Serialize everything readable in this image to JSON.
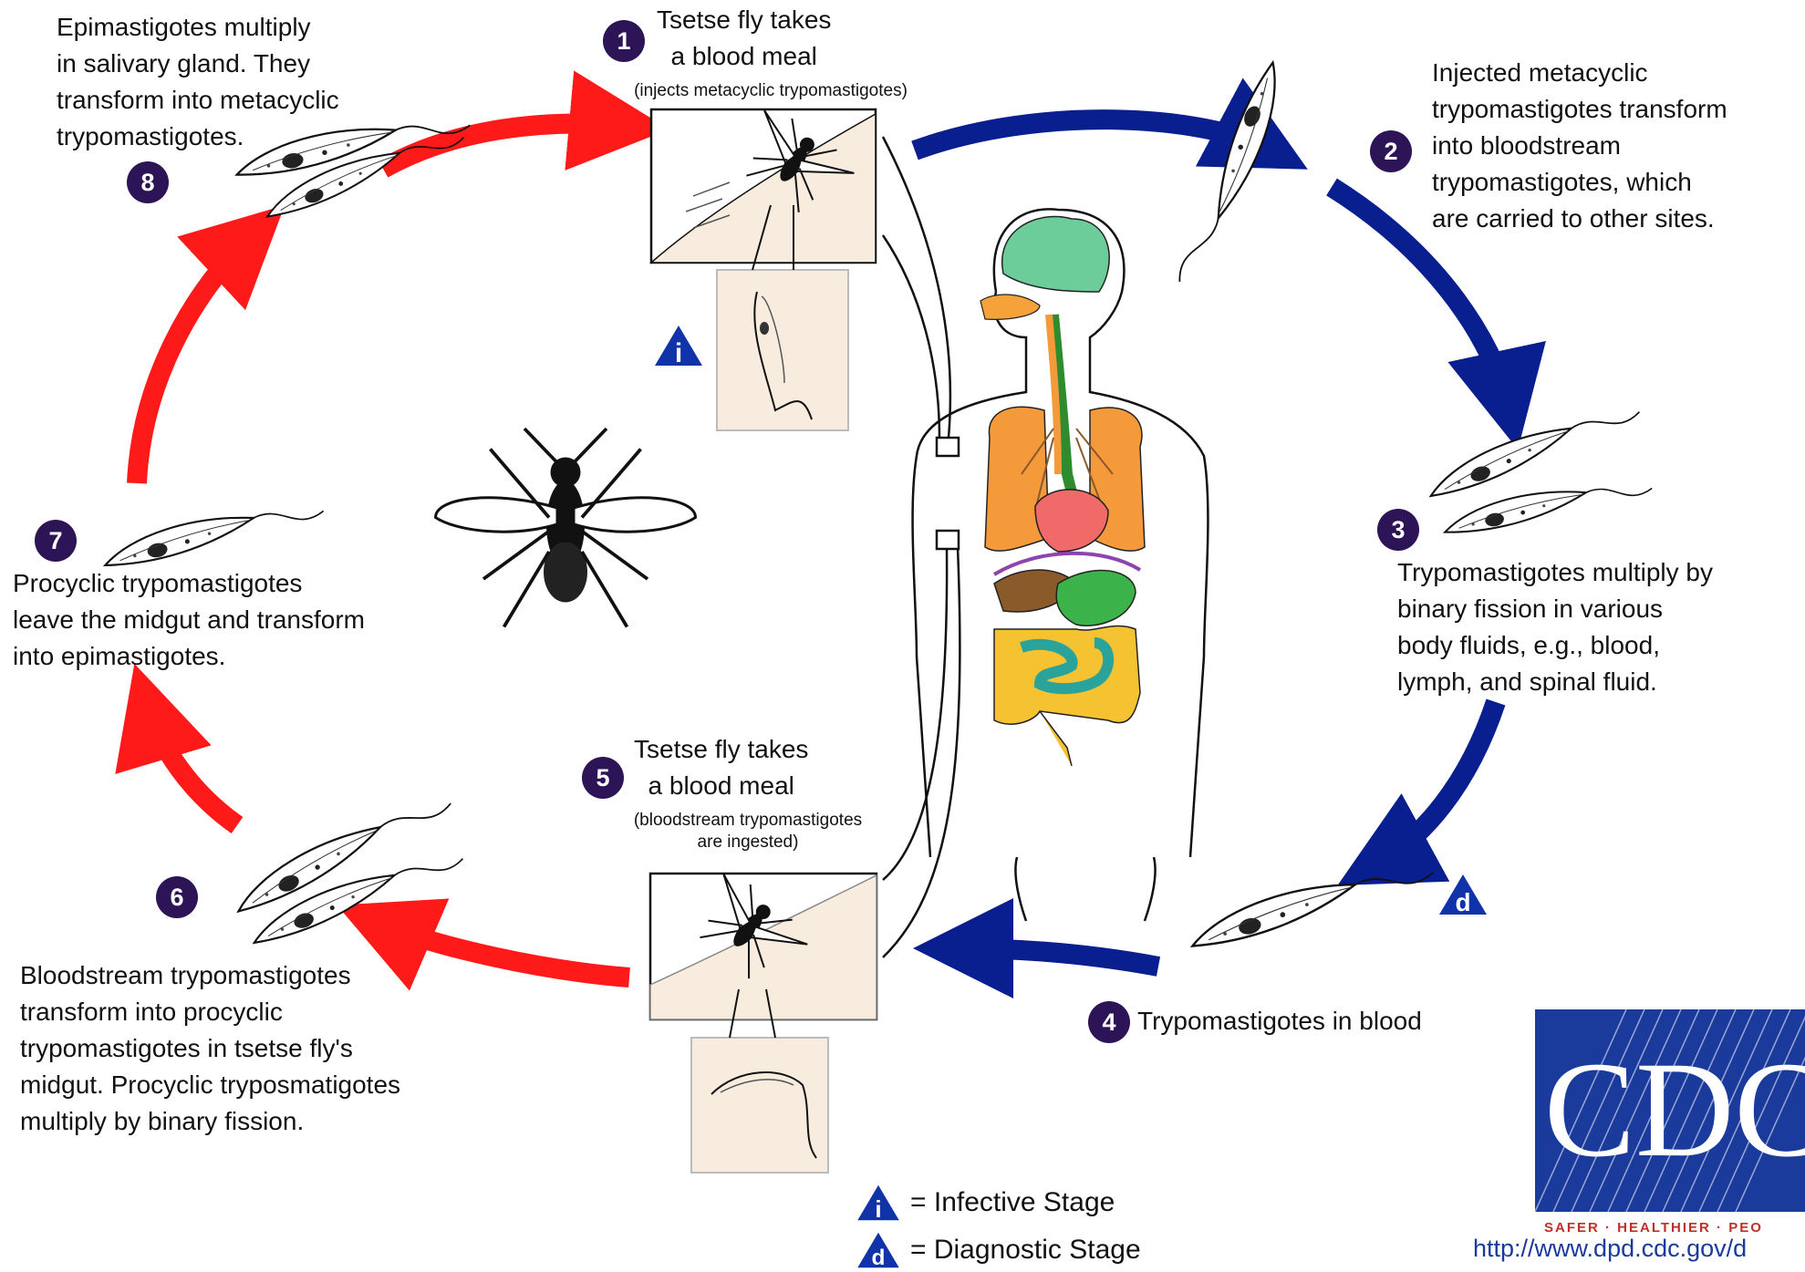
{
  "steps": {
    "s1": {
      "num": "1",
      "text": "Tsetse fly takes\na blood meal",
      "note": "(injects metacyclic trypomastigotes)"
    },
    "s2": {
      "num": "2",
      "text": "Injected metacyclic\ntrypomastigotes transform\ninto bloodstream\ntrypomastigotes, which\nare carried to other sites."
    },
    "s3": {
      "num": "3",
      "text": "Trypomastigotes multiply by\nbinary fission in various\nbody fluids, e.g., blood,\nlymph, and spinal fluid."
    },
    "s4": {
      "num": "4",
      "text": "Trypomastigotes in blood"
    },
    "s5": {
      "num": "5",
      "text": "Tsetse fly takes\na blood meal",
      "note": "(bloodstream trypomastigotes\nare ingested)"
    },
    "s6": {
      "num": "6",
      "text": "Bloodstream trypomastigotes\ntransform into procyclic\ntrypomastigotes in tsetse fly's\nmidgut. Procyclic tryposmatigotes\nmultiply by binary fission."
    },
    "s7": {
      "num": "7",
      "text": "Procyclic trypomastigotes\nleave the midgut and transform\ninto epimastigotes."
    },
    "s8": {
      "num": "8",
      "text": "Epimastigotes multiply\nin salivary gland. They\ntransform into metacyclic\ntrypomastigotes."
    }
  },
  "markers": {
    "infective_letter": "i",
    "diagnostic_letter": "d"
  },
  "legend": {
    "infective": "= Infective Stage",
    "diagnostic": "= Diagnostic Stage"
  },
  "logo": {
    "text": "CDC",
    "tagline": "SAFER · HEALTHIER · PEO",
    "url": "http://www.dpd.cdc.gov/d"
  },
  "colors": {
    "human_cycle_arrow": "#0a1f8f",
    "fly_cycle_arrow": "#ff1a1a",
    "step_circle": "#2d1457",
    "stage_triangle": "#1133aa",
    "skin": "#f8ecdf",
    "brain": "#6ccc9a",
    "lungs": "#f59a3a",
    "heart": "#f06a6a",
    "liver": "#8b5a2b",
    "stomach": "#3bb34a",
    "small_intestine": "#2aa39a",
    "large_intestine": "#f5c232",
    "esophagus": "#2e8b2e",
    "diaphragm": "#8e44ad"
  }
}
